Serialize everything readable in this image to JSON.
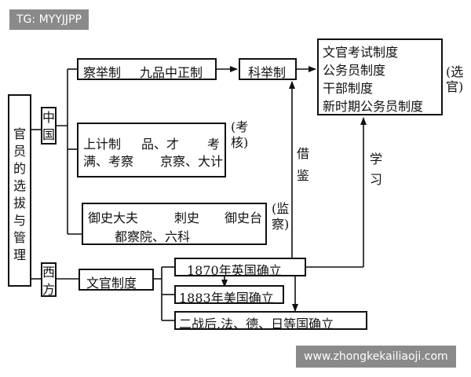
{
  "watermark_top": "TG: MYYJJPP",
  "watermark_bottom": "www.zhongkekailiaoji.com",
  "root": "官员的选拔与管理",
  "china": "中国",
  "west": "西方",
  "china_branches": {
    "chaju": "察举制",
    "jiupin": "九品中正制",
    "keju": "科举制",
    "kaohe_line1": [
      "上计制",
      "品、才",
      "考"
    ],
    "kaohe_line2": [
      "满、考察",
      "京察、大计"
    ],
    "kaohe_label": "(考核)",
    "jiancha_line1": [
      "御史大夫",
      "刺史",
      "御史台"
    ],
    "jiancha_line2": "都察院、六科",
    "jiancha_label": "(监察)"
  },
  "modern": {
    "items": [
      "文官考试制度",
      "公务员制度",
      "干部制度",
      "新时期公务员制度"
    ],
    "label": "(选官)"
  },
  "links": {
    "jie_jian": "借鉴",
    "xue_xi": "学习"
  },
  "west_branch": {
    "civil_service": "文官制度",
    "uk": "1870年英国确立",
    "us": "1883年美国确立",
    "postwar": "二战后,法、德、日等国确立"
  }
}
